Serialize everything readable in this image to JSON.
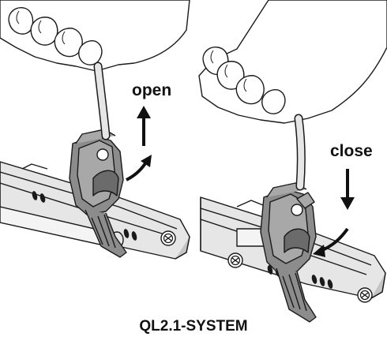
{
  "panels": {
    "left": {
      "action_label": "open"
    },
    "right": {
      "action_label": "close"
    }
  },
  "caption": "QL2.1-SYSTEM",
  "colors": {
    "outline": "#1a1a1a",
    "rail_light": "#e6e6e6",
    "rail_mid": "#c4c4c4",
    "clip_dark": "#6b6b6b",
    "clip_mid": "#8c8c8c",
    "clip_light": "#a8a8a8",
    "arrow": "#111111"
  },
  "icons": [
    "hand-icon",
    "arrow-up-icon",
    "arrow-down-icon",
    "curved-arrow-icon",
    "screw-icon"
  ]
}
